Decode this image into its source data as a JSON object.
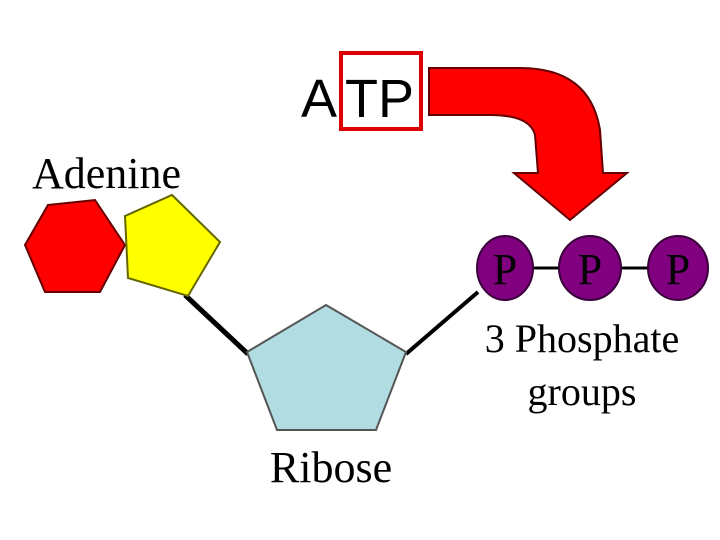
{
  "title": {
    "full": "ATP",
    "plain": "A",
    "boxed": "TP"
  },
  "labels": {
    "adenine": "Adenine",
    "ribose": "Ribose",
    "phosphate_line1": "3 Phosphate",
    "phosphate_line2": "groups"
  },
  "phosphates": [
    "P",
    "P",
    "P"
  ],
  "colors": {
    "adenine_hexagon": "#ff0000",
    "adenine_pentagon": "#ffff00",
    "ribose": "#b0dce2",
    "phosphate": "#800080",
    "arrow": "#ff0000",
    "highlight_box": "#dd0000"
  }
}
